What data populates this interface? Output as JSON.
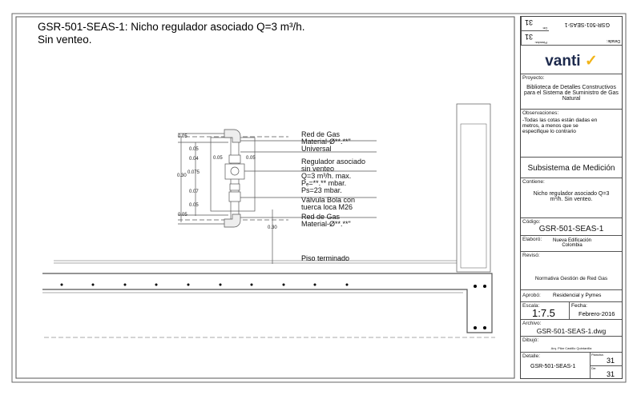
{
  "title": {
    "line1": "GSR-501-SEAS-1: Nicho regulador asociado Q=3 m³/h.",
    "line2": "Sin venteo."
  },
  "drawing": {
    "dims": {
      "d1": "0.05",
      "d2": "0.05",
      "d3": "0.04",
      "d4": "0.075",
      "d5": "0.07",
      "d6": "0.05",
      "d7": "0.05",
      "total": "0.30",
      "w1": "0.05",
      "w2": "0.05",
      "h": "0.30"
    },
    "labels": {
      "red_gas_top": "Red de Gas",
      "material_top": "Material-Ø**.**\"",
      "universal": "Universal",
      "regulador": "Regulador asociado",
      "sin_venteo": "sin venteo",
      "q": "Q=3 m³/h. max.",
      "pe": "Pₑ=**.** mbar.",
      "ps": "Ps=23 mbar.",
      "valvula": "Válvula Bola con",
      "tuerca": "tuerca loca M26",
      "red_gas_bot": "Red de Gas",
      "material_bot": "Material-Ø**.**\"",
      "piso": "Piso terminado"
    }
  },
  "title_block": {
    "de_label": "De:",
    "de_value": "31",
    "plancha_label": "Plancha:",
    "plancha_value": "31",
    "detalle_label": "Detalle:",
    "detalle_value": "GSR-501-SEAS-1",
    "logo": "vanti",
    "proyecto_label": "Proyecto:",
    "proyecto": "Biblioteca de Detalles Constructivos para el Sistema de Suministro de Gas Natural",
    "observaciones_label": "Observaciones:",
    "observaciones": "-Todas las cotas están dadas en metros, a menos que se especifique lo contrario",
    "subsistema": "Subsistema de Medición",
    "contiene_label": "Contiene:",
    "contiene": "Nicho regulador asociado Q=3 m³/h. Sin venteo.",
    "codigo_label": "Código:",
    "codigo": "GSR-501-SEAS-1",
    "elaboro_label": "Elaboró:",
    "elaboro": "Nueva Edificación Colombia",
    "reviso_label": "Revisó:",
    "reviso": "Normativa Gestión de Red Gas",
    "aprobo_label": "Aprobó:",
    "aprobo": "Residencial y Pymes",
    "escala_label": "Escala:",
    "escala": "1:7.5",
    "fecha_label": "Fecha:",
    "fecha": "Febrero-2016",
    "archivo_label": "Archivo:",
    "archivo": "GSR-501-SEAS-1.dwg",
    "dibujo_label": "Dibujó:",
    "dibujo": "Arq. Pilar Castillo Quintanilla",
    "detalle2_label": "Detalle:",
    "detalle2": "GSR-501-SEAS-1",
    "plancha2_label": "Plancha:",
    "plancha2": "31",
    "de2_label": "De:",
    "de2": "31"
  },
  "colors": {
    "brand_text": "#1d2a4d",
    "brand_check": "#f2b418"
  }
}
